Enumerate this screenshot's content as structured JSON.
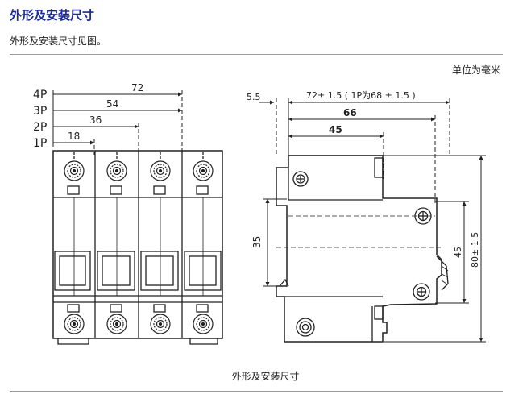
{
  "section_title": "外形及安装尺寸",
  "intro_text": "外形及安装尺寸见图。",
  "unit_note": "单位为毫米",
  "caption": "外形及安装尺寸",
  "front_view": {
    "pole_labels": [
      "4P",
      "3P",
      "2P",
      "1P"
    ],
    "widths": [
      "72",
      "54",
      "36",
      "18"
    ]
  },
  "side_view": {
    "top_offset": "5.5",
    "overall_width": "72± 1.5 ( 1P为68 ± 1.5 )",
    "width_66": "66",
    "width_45": "45",
    "height_35": "35",
    "height_45": "45",
    "height_80": "80± 1.5"
  }
}
